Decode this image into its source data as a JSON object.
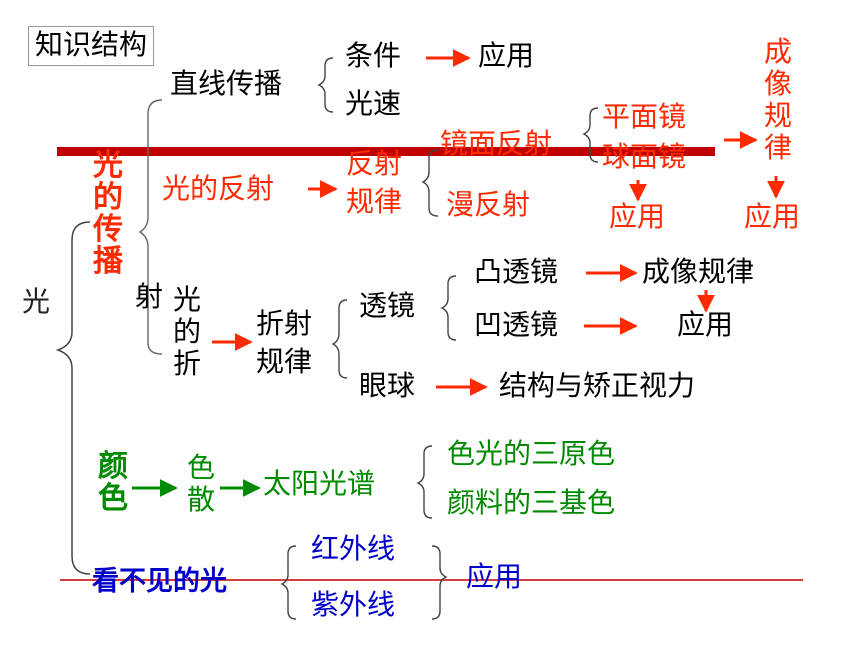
{
  "title": "知识结构",
  "root": "光",
  "propagation": {
    "header": "光的传播",
    "rectilinear": {
      "label": "直线传播",
      "conditions": "条件",
      "speed": "光速",
      "application": "应用"
    },
    "reflection": {
      "label": "光的反射",
      "law": "反射规律",
      "specular": "镜面反射",
      "diffuse": "漫反射",
      "plane_mirror": "平面镜",
      "spherical_mirror": "球面镜",
      "imaging_rule": "成像规律",
      "application_left": "应用",
      "application_right": "应用"
    },
    "refraction": {
      "label": "光的折射",
      "label_a": "射",
      "label_b": "光的折",
      "law": "折射规律",
      "lens": "透镜",
      "convex": "凸透镜",
      "concave": "凹透镜",
      "imaging_rule": "成像规律",
      "application": "应用",
      "eye": "眼球",
      "eye_topic": "结构与矫正视力"
    }
  },
  "color": {
    "header": "颜色",
    "dispersion": "色散",
    "spectrum": "太阳光谱",
    "light_primaries": "色光的三原色",
    "pigment_primaries": "颜料的三基色"
  },
  "invisible": {
    "header": "看不见的光",
    "infrared": "红外线",
    "ultraviolet": "紫外线",
    "application": "应用"
  },
  "colors": {
    "red": "#ff2a00",
    "green": "#008a00",
    "blue": "#0000c8",
    "black": "#000000",
    "bar_red": "#c00000"
  }
}
